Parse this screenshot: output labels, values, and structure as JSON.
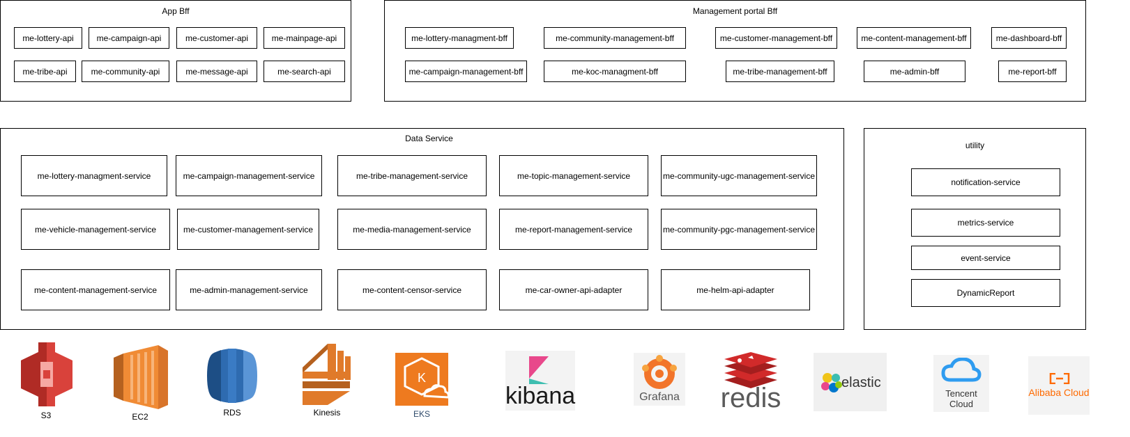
{
  "groups": {
    "app_bff": {
      "title": "App Bff",
      "items": [
        "me-lottery-api",
        "me-campaign-api",
        "me-customer-api",
        "me-mainpage-api",
        "me-tribe-api",
        "me-community-api",
        "me-message-api",
        "me-search-api"
      ]
    },
    "mgmt_bff": {
      "title": "Management portal Bff",
      "items": [
        "me-lottery-managment-bff",
        "me-community-management-bff",
        "me-customer-management-bff",
        "me-content-management-bff",
        "me-dashboard-bff",
        "me-campaign-management-bff",
        "me-koc-managment-bff",
        "me-tribe-management-bff",
        "me-admin-bff",
        "me-report-bff"
      ]
    },
    "data_service": {
      "title": "Data Service",
      "items": [
        "me-lottery-managment-service",
        "me-campaign-management-service",
        "me-tribe-management-service",
        "me-topic-management-service",
        "me-community-ugc-management-service",
        "me-vehicle-management-service",
        "me-customer-management-service",
        "me-media-management-service",
        "me-report-management-service",
        "me-community-pgc-management-service",
        "me-content-management-service",
        "me-admin-management-service",
        "me-content-censor-service",
        "me-car-owner-api-adapter",
        "me-helm-api-adapter"
      ]
    },
    "utility": {
      "title": "utility",
      "items": [
        "notification-service",
        "metrics-service",
        "event-service",
        "DynamicReport"
      ]
    }
  },
  "tech_icons": [
    {
      "label": "S3",
      "icon": "aws-s3-icon"
    },
    {
      "label": "EC2",
      "icon": "aws-ec2-icon"
    },
    {
      "label": "RDS",
      "icon": "aws-rds-icon"
    },
    {
      "label": "Kinesis",
      "icon": "aws-kinesis-icon"
    },
    {
      "label": "EKS",
      "icon": "aws-eks-icon"
    },
    {
      "label": "kibana",
      "icon": "kibana-logo"
    },
    {
      "label": "Grafana",
      "icon": "grafana-logo"
    },
    {
      "label": "redis",
      "icon": "redis-logo"
    },
    {
      "label": "elastic",
      "icon": "elastic-logo"
    },
    {
      "label": "Tencent Cloud",
      "icon": "tencent-cloud-logo"
    },
    {
      "label": "Alibaba Cloud",
      "icon": "alibaba-cloud-logo"
    }
  ],
  "colors": {
    "s3": "#d9423b",
    "ec2": "#f08b35",
    "rds": "#2e6bb0",
    "kinesis": "#e07a2a",
    "eks": "#ee7a1f",
    "kibana_pink": "#e8488b",
    "kibana_teal": "#3ebeb0",
    "grafana": "#f2742a",
    "redis": "#d12a2a",
    "tencent": "#2f9cf0",
    "alibaba": "#ff6a00"
  }
}
